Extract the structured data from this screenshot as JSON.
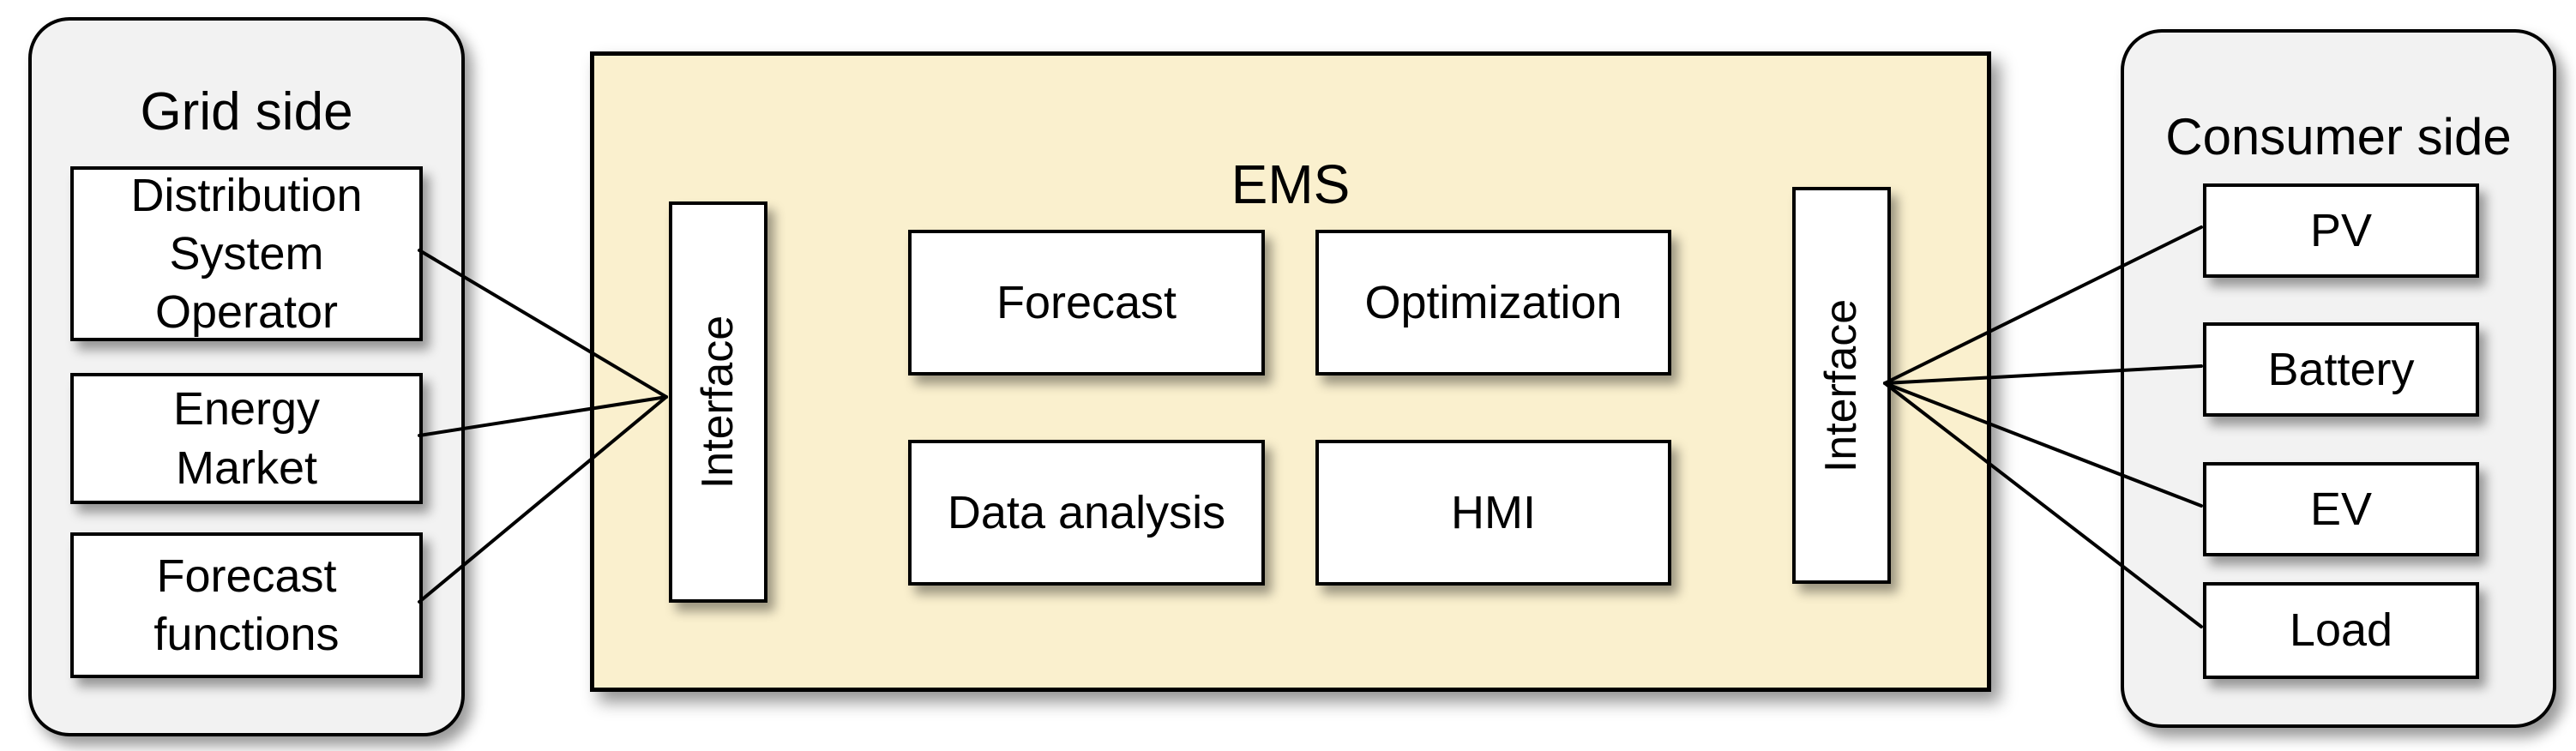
{
  "colors": {
    "ems_fill": "#FAF0CE",
    "panel_fill": "#F2F2F2",
    "box_fill": "#FFFFFF",
    "border": "#000000",
    "connector": "#000000",
    "text": "#000000"
  },
  "grid_side": {
    "title": "Grid side",
    "nodes": [
      {
        "id": "distribution-system-operator",
        "label": [
          "Distribution",
          "System",
          "Operator"
        ]
      },
      {
        "id": "energy-market",
        "label": [
          "Energy",
          "Market"
        ]
      },
      {
        "id": "forecast-functions",
        "label": [
          "Forecast",
          "functions"
        ]
      }
    ]
  },
  "ems": {
    "title": "EMS",
    "interfaces": {
      "left": {
        "label": "Interface"
      },
      "right": {
        "label": "Interface"
      }
    },
    "modules": [
      {
        "id": "forecast",
        "label": "Forecast"
      },
      {
        "id": "optimization",
        "label": "Optimization"
      },
      {
        "id": "data-analysis",
        "label": "Data analysis"
      },
      {
        "id": "hmi",
        "label": "HMI"
      }
    ]
  },
  "consumer_side": {
    "title": "Consumer side",
    "nodes": [
      {
        "id": "pv",
        "label": "PV"
      },
      {
        "id": "battery",
        "label": "Battery"
      },
      {
        "id": "ev",
        "label": "EV"
      },
      {
        "id": "load",
        "label": "Load"
      }
    ]
  },
  "connections": [
    {
      "from": "Distribution System Operator",
      "to": "Interface (grid side)"
    },
    {
      "from": "Energy Market",
      "to": "Interface (grid side)"
    },
    {
      "from": "Forecast functions",
      "to": "Interface (grid side)"
    },
    {
      "from": "Interface (consumer side)",
      "to": "PV"
    },
    {
      "from": "Interface (consumer side)",
      "to": "Battery"
    },
    {
      "from": "Interface (consumer side)",
      "to": "EV"
    },
    {
      "from": "Interface (consumer side)",
      "to": "Load"
    }
  ]
}
